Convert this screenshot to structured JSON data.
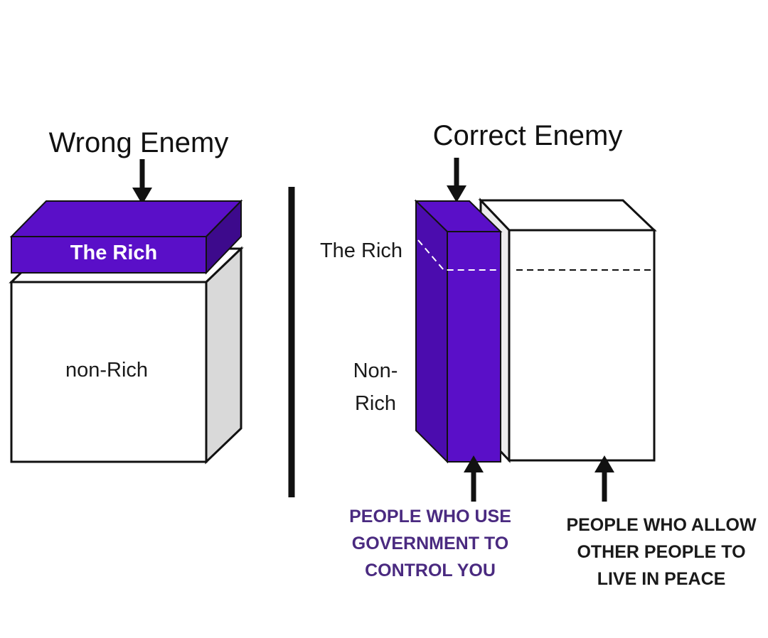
{
  "left_panel": {
    "title": "Wrong Enemy",
    "top_block_label": "The Rich",
    "bottom_block_label": "non-Rich"
  },
  "right_panel": {
    "title": "Correct Enemy",
    "rich_label": "The Rich",
    "nonrich_label_line1": "Non-",
    "nonrich_label_line2": "Rich",
    "caption_left": [
      "PEOPLE WHO USE",
      "GOVERNMENT TO",
      "CONTROL YOU"
    ],
    "caption_right": [
      "PEOPLE WHO ALLOW",
      "OTHER PEOPLE TO",
      "LIVE IN PEACE"
    ]
  },
  "colors": {
    "purple": "#5a0fc8",
    "purple_dark": "#3d0a8c",
    "purple_side": "#4b0cae",
    "caption_purple": "#4a2a80",
    "gray_side": "#d9d9d9",
    "ink": "#111111"
  }
}
